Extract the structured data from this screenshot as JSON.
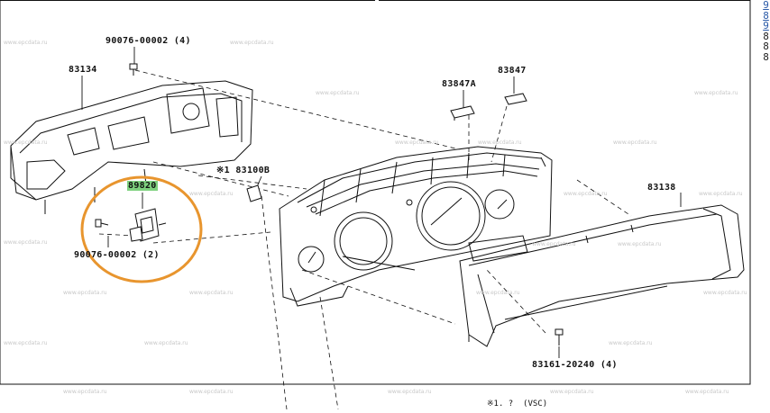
{
  "diagram": {
    "parts": [
      {
        "id": "top-left-bolt",
        "label": "90076-00002 (4)"
      },
      {
        "id": "panel-cover",
        "label": "83134"
      },
      {
        "id": "clip-small",
        "label": "83847A"
      },
      {
        "id": "clip-large",
        "label": "83847"
      },
      {
        "id": "highlighted-part",
        "label": "89820"
      },
      {
        "id": "marked-connector",
        "marker": "※1",
        "label": "83100B"
      },
      {
        "id": "lens-cover",
        "label": "83138"
      },
      {
        "id": "bottom-left-bolt",
        "label": "90076-00002 (2)"
      },
      {
        "id": "screw",
        "label": "83161-20240 (4)"
      }
    ],
    "footnote": "※1. ?  (VSC)",
    "side_column": [
      "9",
      "8",
      "9",
      "8",
      "8",
      "8"
    ],
    "watermarks": [
      "www.epcdata.ru"
    ],
    "colors": {
      "highlight": "#7fd17f",
      "circle": "#e8952e",
      "line": "#111111",
      "watermark": "#c8c8c8",
      "side_blue": "#2a5aa8"
    }
  }
}
